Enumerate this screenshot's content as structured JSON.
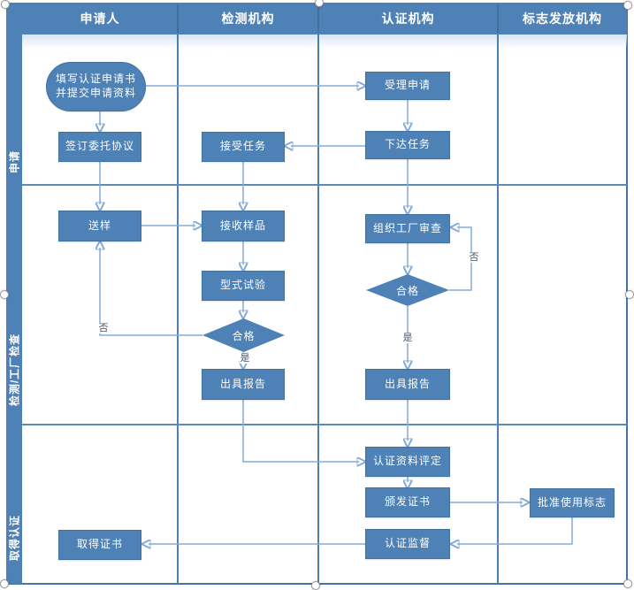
{
  "header": {
    "lanes": [
      {
        "label": "申请人"
      },
      {
        "label": "检测机构"
      },
      {
        "label": "认证机构"
      },
      {
        "label": "标志发放机构"
      }
    ]
  },
  "phases": [
    {
      "label": "申请"
    },
    {
      "label": "检测/工厂检查"
    },
    {
      "label": "取得认证"
    }
  ],
  "nodes": {
    "start_line1": "填写认证申请书",
    "start_line2": "并提交申请资料",
    "accept_application": "受理申请",
    "sign_agreement": "签订委托协议",
    "accept_task": "接受任务",
    "assign_task": "下达任务",
    "send_sample": "送样",
    "receive_sample": "接收样品",
    "type_test": "型式试验",
    "organize_factory_audit": "组织工厂审查",
    "qualified_test": "合格",
    "qualified_audit": "合格",
    "issue_report_test": "出具报告",
    "issue_report_cert": "出具报告",
    "evaluate_materials": "认证资料评定",
    "issue_certificate": "颁发证书",
    "approve_mark_use": "批准使用标志",
    "cert_supervision": "认证监督",
    "obtain_certificate": "取得证书"
  },
  "edge_labels": {
    "test_no": "否",
    "test_yes": "是",
    "audit_no": "否",
    "audit_yes": "是"
  },
  "colors": {
    "node_fill": "#4e81b5",
    "node_border": "#41719c",
    "band_fill": "#4e81b5",
    "grid_line": "#4d7fb3",
    "connector": "#84abd8",
    "arrowhead": "#4f86c6",
    "decision_label_text": "#44546a",
    "header_text": "#ffffff"
  }
}
